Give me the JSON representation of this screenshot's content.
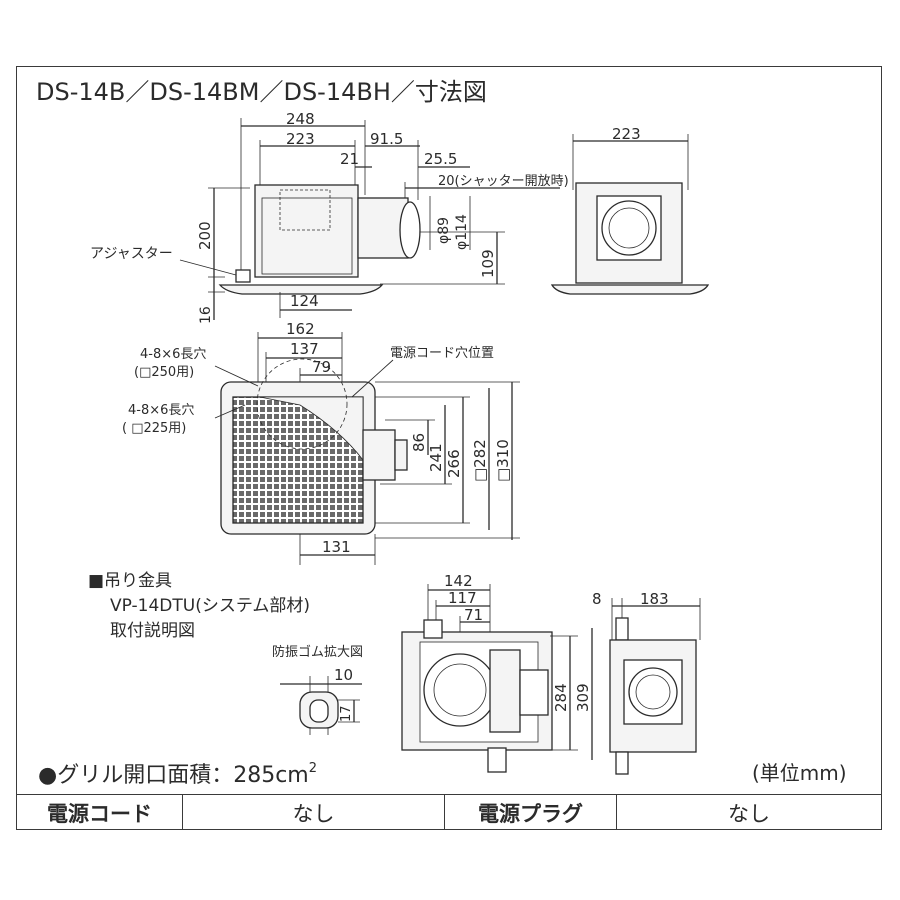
{
  "title": "DS-14B／DS-14BM／DS-14BH／寸法図",
  "front_view": {
    "dims": [
      "248",
      "223",
      "91.5",
      "21",
      "25.5",
      "20(シャッター開放時)",
      "φ89",
      "φ114",
      "200",
      "109",
      "16",
      "124"
    ],
    "label_adjuster": "アジャスター"
  },
  "side_view": {
    "dims": [
      "223"
    ]
  },
  "plan_view": {
    "dims": [
      "162",
      "137",
      "79",
      "86",
      "241",
      "266",
      "□282",
      "□310",
      "131"
    ],
    "note_holes_250": [
      "4-8×6長穴",
      "(□250用)"
    ],
    "note_holes_225": [
      "4-8×6長穴",
      "( □225用)"
    ],
    "note_power_cord": "電源コード穴位置"
  },
  "bracket": {
    "heading": "■吊り金具",
    "model": "VP-14DTU(システム部材)",
    "caption": "取付説明図",
    "dims": [
      "142",
      "117",
      "71",
      "284",
      "309",
      "8",
      "183"
    ],
    "rubber_title": "防振ゴム拡大図",
    "rubber_dims": [
      "10",
      "17"
    ]
  },
  "grille_area": {
    "label": "●グリル開口面積：285cm",
    "superscript": "2"
  },
  "unit": "(単位mm)",
  "table": {
    "power_cord_label": "電源コード",
    "power_cord_value": "なし",
    "power_plug_label": "電源プラグ",
    "power_plug_value": "なし"
  },
  "colors": {
    "line": "#2b2b2b",
    "mesh": "#5a5a5a",
    "body_fill": "#f4f4f4"
  }
}
